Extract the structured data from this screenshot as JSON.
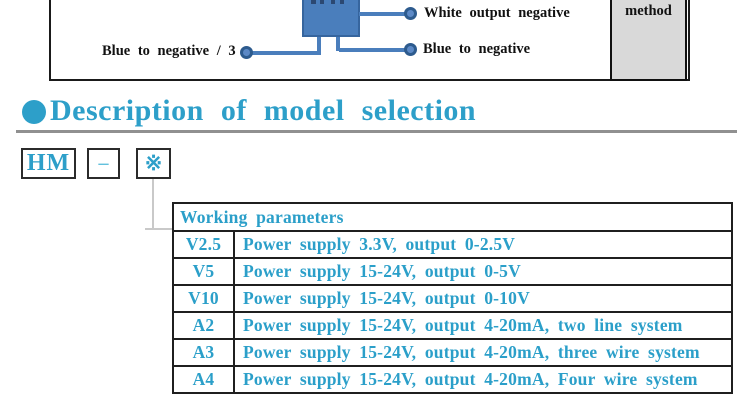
{
  "wiring_diagram": {
    "method_column_label": "method",
    "wire_labels": {
      "white_output_negative": "White output negative",
      "blue_to_negative": "Blue to negative",
      "blue_to_negative_3": "Blue to negative / 3"
    }
  },
  "section_heading": {
    "title": "Description of model selection"
  },
  "model_selector": {
    "prefix": "HM",
    "separator": "–",
    "wildcard": "※"
  },
  "parameters_table": {
    "header": "Working parameters",
    "rows": [
      {
        "model": "V2.5",
        "description": "Power supply 3.3V, output 0-2.5V"
      },
      {
        "model": "V5",
        "description": "Power supply 15-24V, output 0-5V"
      },
      {
        "model": "V10",
        "description": "Power supply 15-24V, output 0-10V"
      },
      {
        "model": "A2",
        "description": "Power supply 15-24V, output 4-20mA, two line system"
      },
      {
        "model": "A3",
        "description": "Power supply 15-24V, output 4-20mA, three wire system"
      },
      {
        "model": "A4",
        "description": "Power supply 15-24V, output 4-20mA, Four wire system"
      }
    ]
  },
  "colors": {
    "accent_cyan": "#2d9fc9",
    "diagram_blue": "#4a7ebc",
    "diagram_blue_dark": "#2d5b8e",
    "method_box_gray": "#d9d9d9",
    "border_black": "#1a1a1a"
  }
}
